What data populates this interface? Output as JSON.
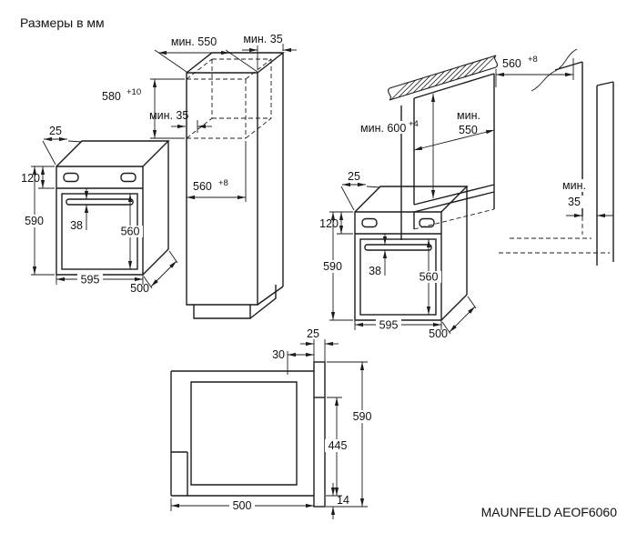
{
  "title": "Размеры в мм",
  "model": "MAUNFELD AEOF6060",
  "tall_cabinet": {
    "depth_min": "мин. 550",
    "top_back_gap": "мин. 35",
    "niche_height": "580",
    "niche_height_tol": "+10",
    "front_gap": "мин. 35",
    "niche_depth": "560",
    "niche_depth_tol": "+8"
  },
  "oven": {
    "top_clearance": "25",
    "panel_height": "120",
    "height": "590",
    "handle_depth": "38",
    "body_height": "560",
    "width": "595",
    "depth": "500"
  },
  "base_cabinet": {
    "niche_depth": "560",
    "niche_depth_tol": "+8",
    "niche_height": "мин. 600",
    "niche_height_tol": "+4",
    "depth_label": "мин.",
    "depth_value": "550",
    "back_gap_label": "мин.",
    "back_gap_value": "35"
  },
  "section": {
    "door_thickness": "25",
    "top_gap": "30",
    "height": "590",
    "lower_height": "445",
    "depth": "500",
    "bottom_gap": "14"
  }
}
